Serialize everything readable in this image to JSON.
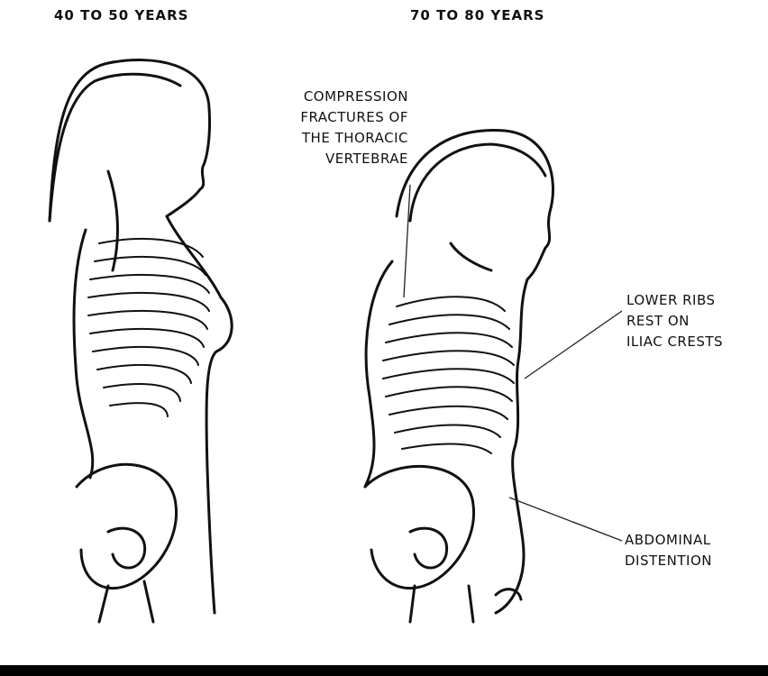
{
  "figure": {
    "left_title": "40 TO 50 YEARS",
    "right_title": "70 TO 80 YEARS"
  },
  "labels": {
    "compression": "COMPRESSION\nFRACTURES OF\nTHE THORACIC\nVERTEBRAE",
    "lower_ribs": "LOWER RIBS\nREST ON\nILIAC CRESTS",
    "abdominal": "ABDOMINAL\nDISTENTION"
  }
}
